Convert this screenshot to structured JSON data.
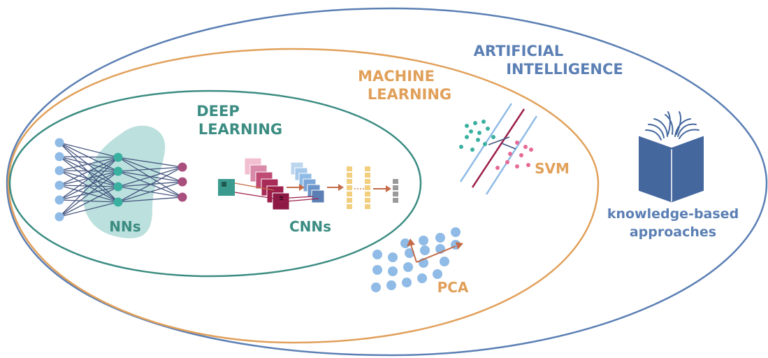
{
  "diagram": {
    "ai": {
      "line1": "ARTIFICIAL",
      "line2": "INTELLIGENCE",
      "color": "#5b7fb4"
    },
    "ml": {
      "line1": "MACHINE",
      "line2": "LEARNING",
      "color": "#e1a05a"
    },
    "dl": {
      "line1": "DEEP",
      "line2": "LEARNING",
      "color": "#3b8c82"
    },
    "nns_label": "NNs",
    "cnns_label": "CNNs",
    "svm_label": "SVM",
    "pca_label": "PCA",
    "kb": {
      "line1": "knowledge-based",
      "line2": "approaches"
    },
    "icons": [
      "neural-network-icon",
      "convolutional-network-icon",
      "svm-icon",
      "pca-icon",
      "book-icon"
    ],
    "colors": {
      "node_blue": "#8fbbe6",
      "node_teal": "#3ab0a0",
      "node_purple": "#a94f7d",
      "edge": "#44557f",
      "crimson": "#9c1f4c",
      "book": "#44679e",
      "arrow": "#c46b48",
      "feature": "#f1cf7e",
      "pink": "#e56a97"
    }
  }
}
